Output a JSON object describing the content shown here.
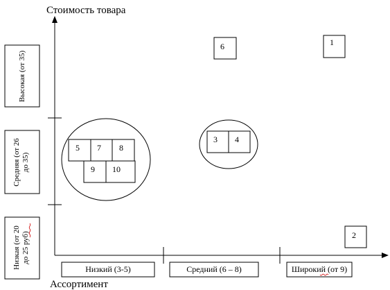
{
  "axes": {
    "y_title": "Стоимость товара",
    "x_title": "Ассортимент"
  },
  "x_categories": [
    "Низкий (3-5)",
    "Средний (6 – 8)",
    "Широкий (от 9)"
  ],
  "y_categories": {
    "high": "Высокая (от 35)",
    "mid_line1": "Средняя (от 26",
    "mid_line2": "до 35)",
    "low_line1": "Низкая (от 20",
    "low_line2": "до 25 руб)"
  },
  "groups": {
    "low_mid": [
      "5",
      "7",
      "8",
      "9",
      "10"
    ],
    "mid_mid": [
      "3",
      "4"
    ],
    "high_mid": "6",
    "high_wide": "1",
    "low_wide": "2"
  }
}
